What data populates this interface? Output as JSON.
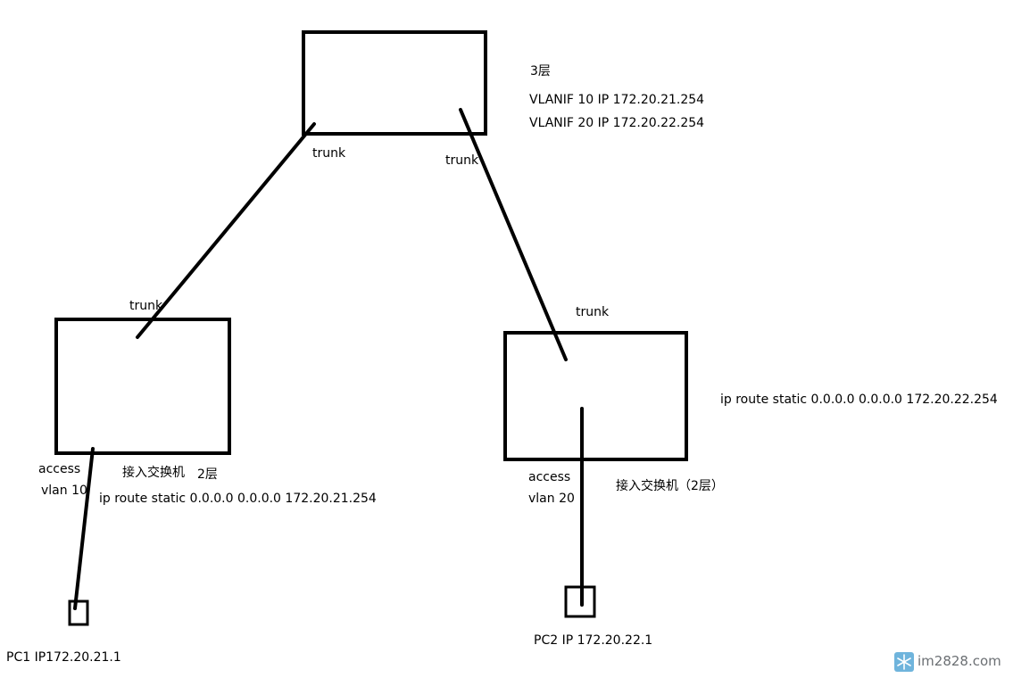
{
  "core_switch": {
    "layer_label": "3层",
    "vlanif10": "VLANIF 10 IP 172.20.21.254",
    "vlanif20": "VLANIF 20 IP 172.20.22.254",
    "port_left": "trunk",
    "port_right": "trunk"
  },
  "access_switch_left": {
    "uplink_port": "trunk",
    "downlink_port": "access",
    "vlan": "vlan 10",
    "name": "接入交换机",
    "layer": "2层",
    "route": "ip route static 0.0.0.0 0.0.0.0 172.20.21.254"
  },
  "access_switch_right": {
    "uplink_port": "trunk",
    "downlink_port": "access",
    "vlan": "vlan 20",
    "name": "接入交换机（2层）",
    "route": "ip route static 0.0.0.0 0.0.0.0 172.20.22.254"
  },
  "pc1": {
    "label": "PC1 IP172.20.21.1"
  },
  "pc2": {
    "label": "PC2 IP 172.20.22.1"
  },
  "watermark": {
    "text": "im2828.com",
    "icon": "snowflake-icon"
  },
  "colors": {
    "stroke": "#000000",
    "background": "#ffffff",
    "watermark_text": "#6b6f73",
    "watermark_icon": "#6fb4dc"
  }
}
